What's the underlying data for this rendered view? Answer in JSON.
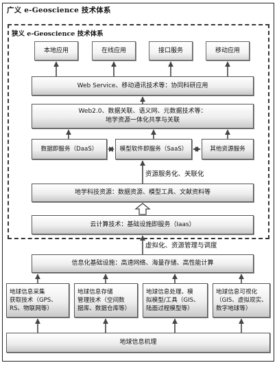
{
  "titles": {
    "outer": "广义 e-Geoscience 技术体系",
    "inner": "狭义 e-Geoscience 技术体系"
  },
  "apps": [
    "本地应用",
    "在线应用",
    "接口服务",
    "移动应用"
  ],
  "layers": {
    "web_service": "Web Service、移动通讯技术等：协同科研应用",
    "web20": "Web2.0、数据关联、语义网、元数据技术等：\n地学资源一体化共享与关联",
    "services": [
      "数据即服务（DaaS）",
      "模型软件即服务（SaaS）",
      "其他资源服务"
    ],
    "resource_label": "资源服务化、关联化",
    "resources": "地学科技资源：数据资源、模型工具、文献资料等",
    "cloud": "云计算技术：基础设施即服务（Iaas）",
    "virtual_label": "虚拟化、资源管理与调度",
    "infrastructure": "信息化基础设施：高速网络、海量存储、高性能计算",
    "tech": [
      "地球信息采集\n获取技术（GPS、\nRS、物联网等）",
      "地球信息存储\n管理技术（空间数\n据库、数据仓库等）",
      "地球信息处理、模\n拟模型/工具（GIS、\n陆面过程模型等）",
      "地球信息可视化\n（GIS、虚拟现实、\n数字地球等）"
    ],
    "base": "地球信息机理"
  }
}
